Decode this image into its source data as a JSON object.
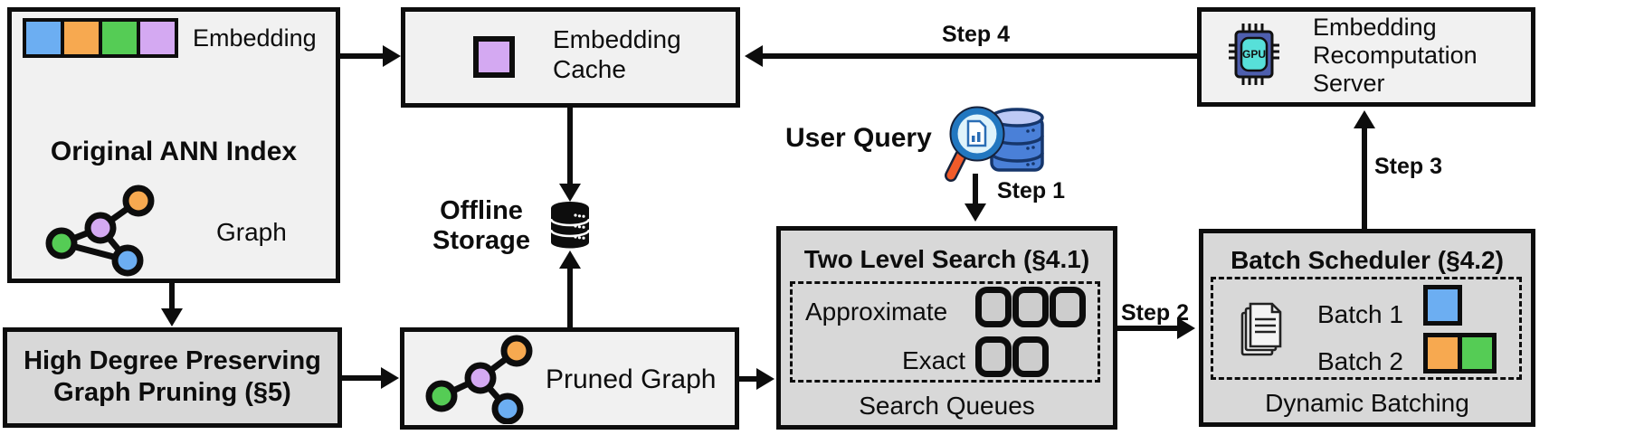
{
  "colors": {
    "blue": "#6CAEF2",
    "orange": "#F7A950",
    "green": "#55CC55",
    "purple": "#D4A9F2",
    "box_light": "#F1F1F1",
    "box_dark": "#D8D8D8",
    "queue_fill": "#CDCDCD",
    "line": "#0D0D0D"
  },
  "original_index": {
    "title": "Original ANN Index",
    "embedding_label": "Embedding",
    "graph_label": "Graph",
    "embedding_colors": [
      "blue",
      "orange",
      "green",
      "purple"
    ]
  },
  "embedding_cache": {
    "label": "Embedding Cache"
  },
  "offline_storage": {
    "label": "Offline Storage"
  },
  "high_degree_pruning": {
    "label": "High Degree Preserving Graph Pruning (§5)"
  },
  "pruned_graph": {
    "label": "Pruned Graph"
  },
  "user_query": {
    "label": "User Query"
  },
  "two_level_search": {
    "title": "Two Level Search (§4.1)",
    "rows": [
      {
        "label": "Approximate",
        "queues": 3
      },
      {
        "label": "Exact",
        "queues": 2
      }
    ],
    "footer": "Search Queues"
  },
  "batch_scheduler": {
    "title": "Batch Scheduler (§4.2)",
    "batches": [
      {
        "label": "Batch 1",
        "colors": [
          "blue"
        ]
      },
      {
        "label": "Batch 2",
        "colors": [
          "orange",
          "green"
        ]
      }
    ],
    "footer": "Dynamic Batching"
  },
  "recomputation_server": {
    "label": "Embedding Recomputation Server",
    "chip_label": "GPU"
  },
  "steps": {
    "s1": "Step 1",
    "s2": "Step 2",
    "s3": "Step 3",
    "s4": "Step 4"
  }
}
